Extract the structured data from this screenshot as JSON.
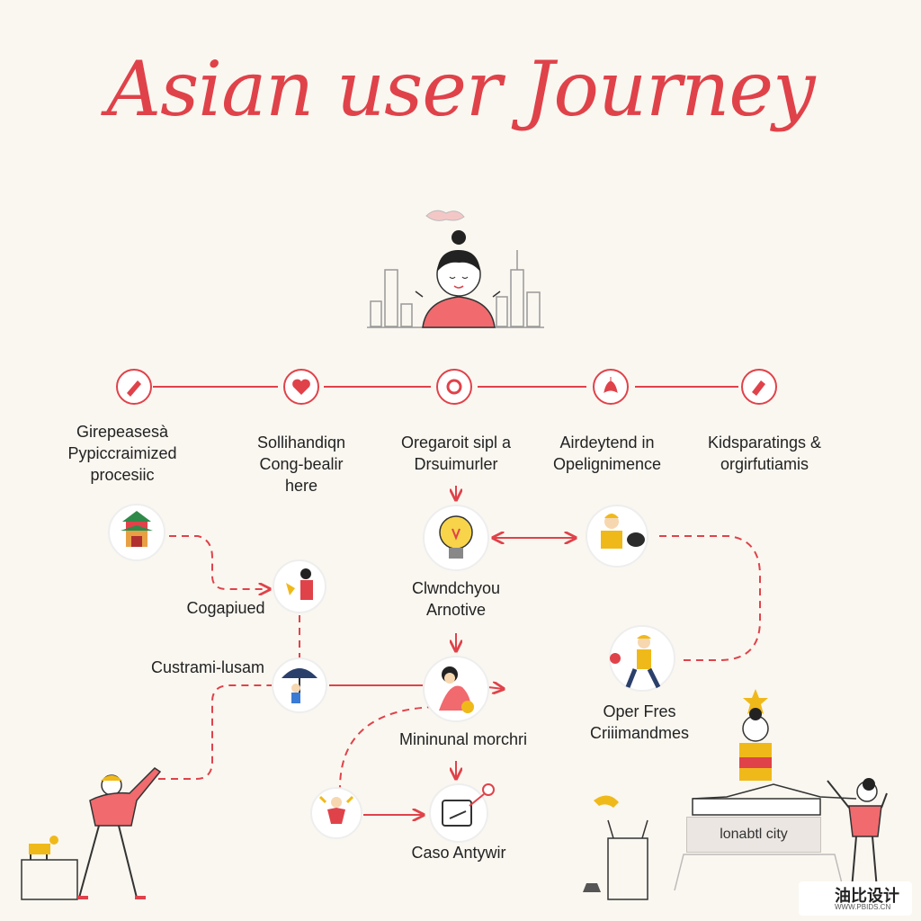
{
  "title": "Asian user Journey",
  "stages": [
    {
      "label": "Girepeasesà\nPypiccraimized\nprocesiic"
    },
    {
      "label": "Sollihandiqn\nCong-bealir\nhere"
    },
    {
      "label": "Oregaroit sipl a\nDrsuimurler"
    },
    {
      "label": "Airdeytend in\nOpelignimence"
    },
    {
      "label": "Kidsparatings &\norgirfutiamis"
    }
  ],
  "nodes": {
    "cogapiued": "Cogapiued",
    "custrami": "Custrami-lusam",
    "clwndchyou": "Clwndchyou\nArnotive",
    "minimal": "Mininunal morchri",
    "caso": "Caso Antywir",
    "oper": "Oper Fres\nCriiimandmes"
  },
  "sign": "lonabtl city",
  "watermark": {
    "main": "油比设计",
    "sub": "WWW.PBIDS.CN"
  },
  "colors": {
    "accent": "#e0424a",
    "background": "#faf7f0",
    "shirt": "#f06a6e",
    "yellow": "#f0b91a"
  },
  "icons": [
    "pencil-icon",
    "heart-icon",
    "gear-icon",
    "flower-icon",
    "tag-icon"
  ]
}
